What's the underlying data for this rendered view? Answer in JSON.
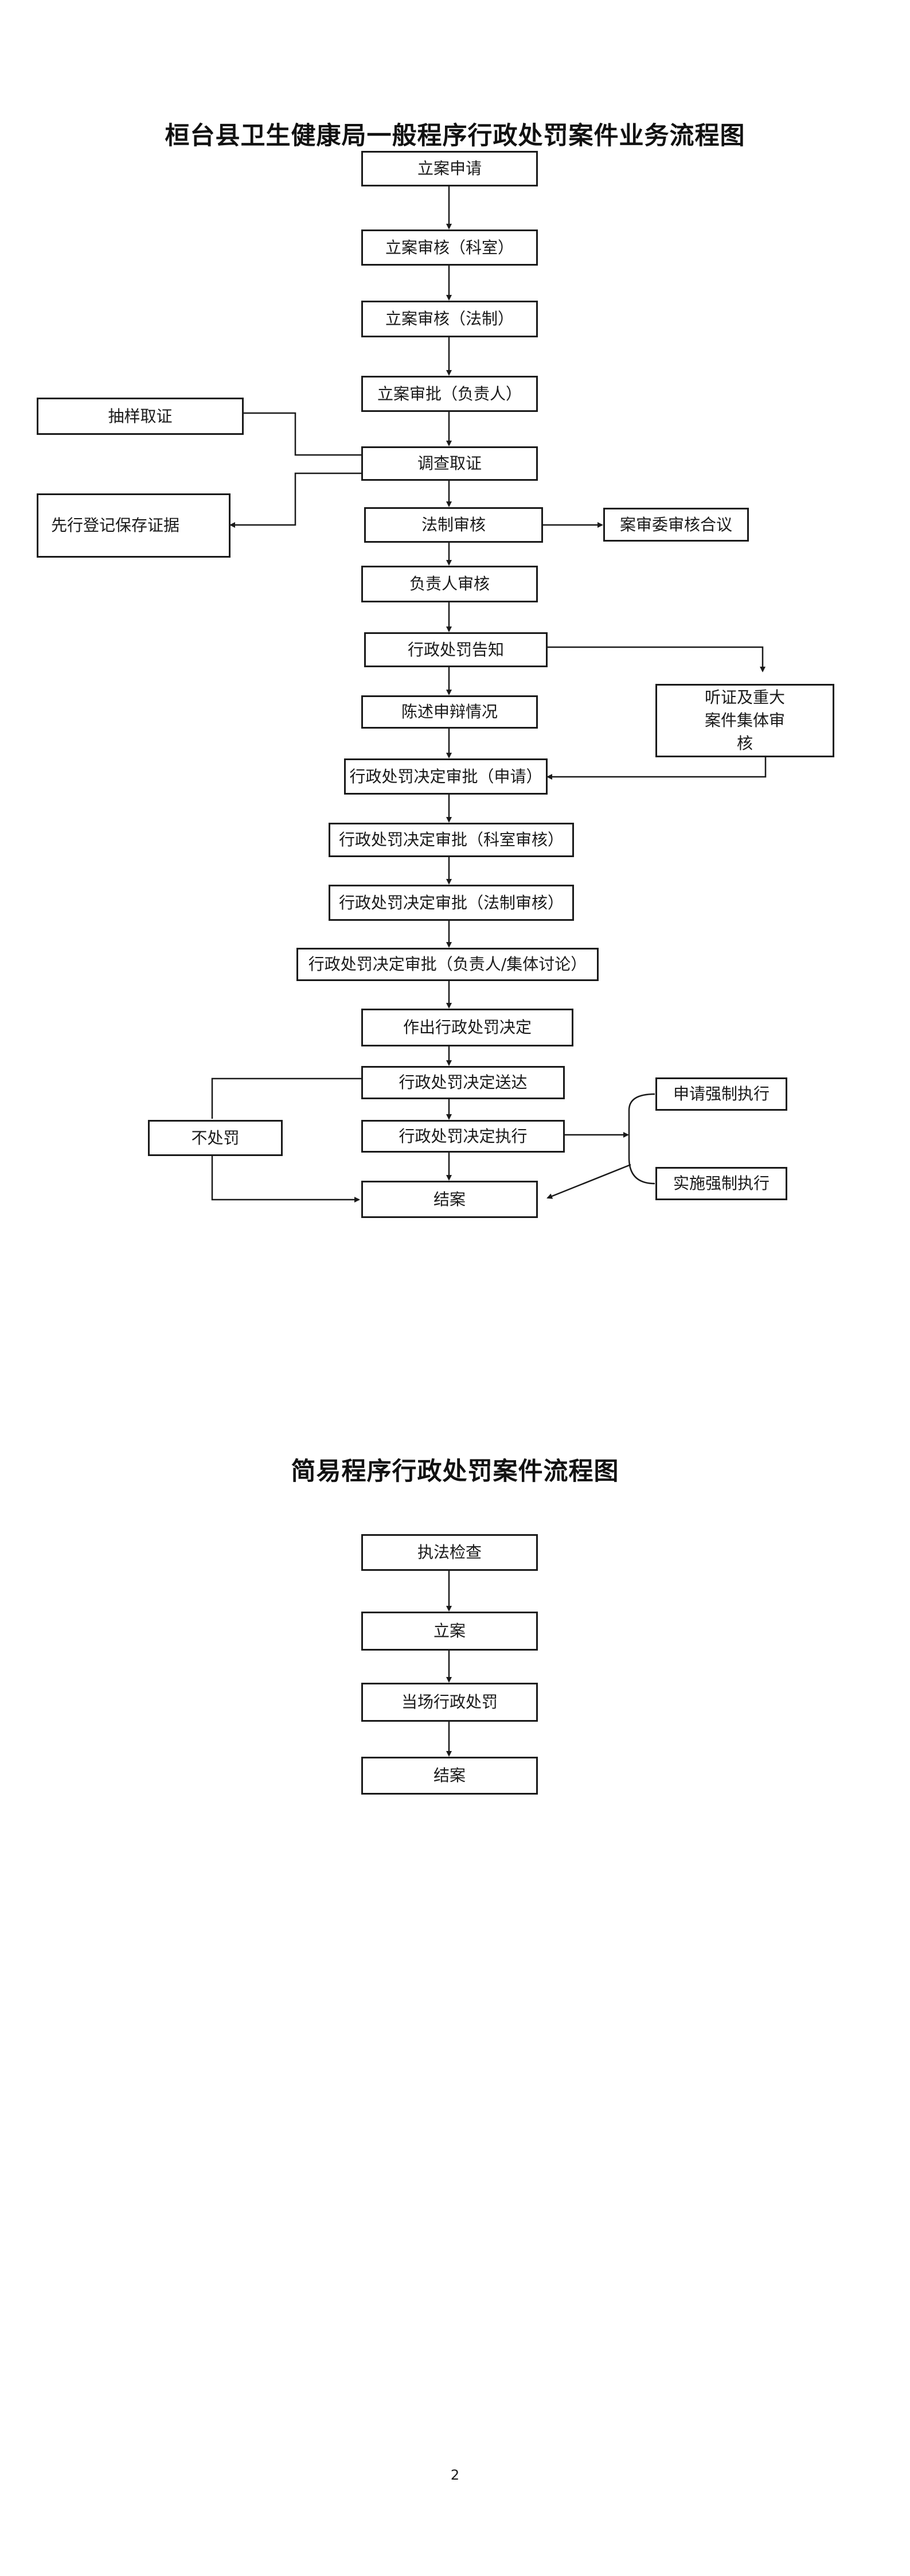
{
  "chart1": {
    "title": "桓台县卫生健康局一般程序行政处罚案件业务流程图",
    "nodes": {
      "filing_application": "立案申请",
      "filing_review_section": "立案审核（科室）",
      "filing_review_legal": "立案审核（法制）",
      "filing_approval_head": "立案审批（负责人）",
      "sampling_evidence": "抽样取证",
      "investigation": "调查取证",
      "preregister_preserve": "先行登记保存证据",
      "legal_review": "法制审核",
      "case_committee_review": "案审委审核合议",
      "head_review": "负责人审核",
      "penalty_notice": "行政处罚告知",
      "hearing_major_review": "听证及重大案件集体审核",
      "statement_defense": "陈述申辩情况",
      "decision_approval_application": "行政处罚决定审批（申请）",
      "decision_approval_section": "行政处罚决定审批（科室审核）",
      "decision_approval_legal": "行政处罚决定审批（法制审核）",
      "decision_approval_head": "行政处罚决定审批（负责人/集体讨论）",
      "make_decision": "作出行政处罚决定",
      "decision_delivery": "行政处罚决定送达",
      "no_penalty": "不处罚",
      "decision_execution": "行政处罚决定执行",
      "apply_enforcement": "申请强制执行",
      "implement_enforcement": "实施强制执行",
      "case_closed": "结案"
    }
  },
  "chart2": {
    "title": "简易程序行政处罚案件流程图",
    "nodes": {
      "law_inspection": "执法检查",
      "filing": "立案",
      "onsite_penalty": "当场行政处罚",
      "case_closed": "结案"
    }
  },
  "page_number": "2",
  "colors": {
    "line": "#1a1a1a",
    "box_border": "#1a1a1a",
    "background": "#ffffff"
  }
}
